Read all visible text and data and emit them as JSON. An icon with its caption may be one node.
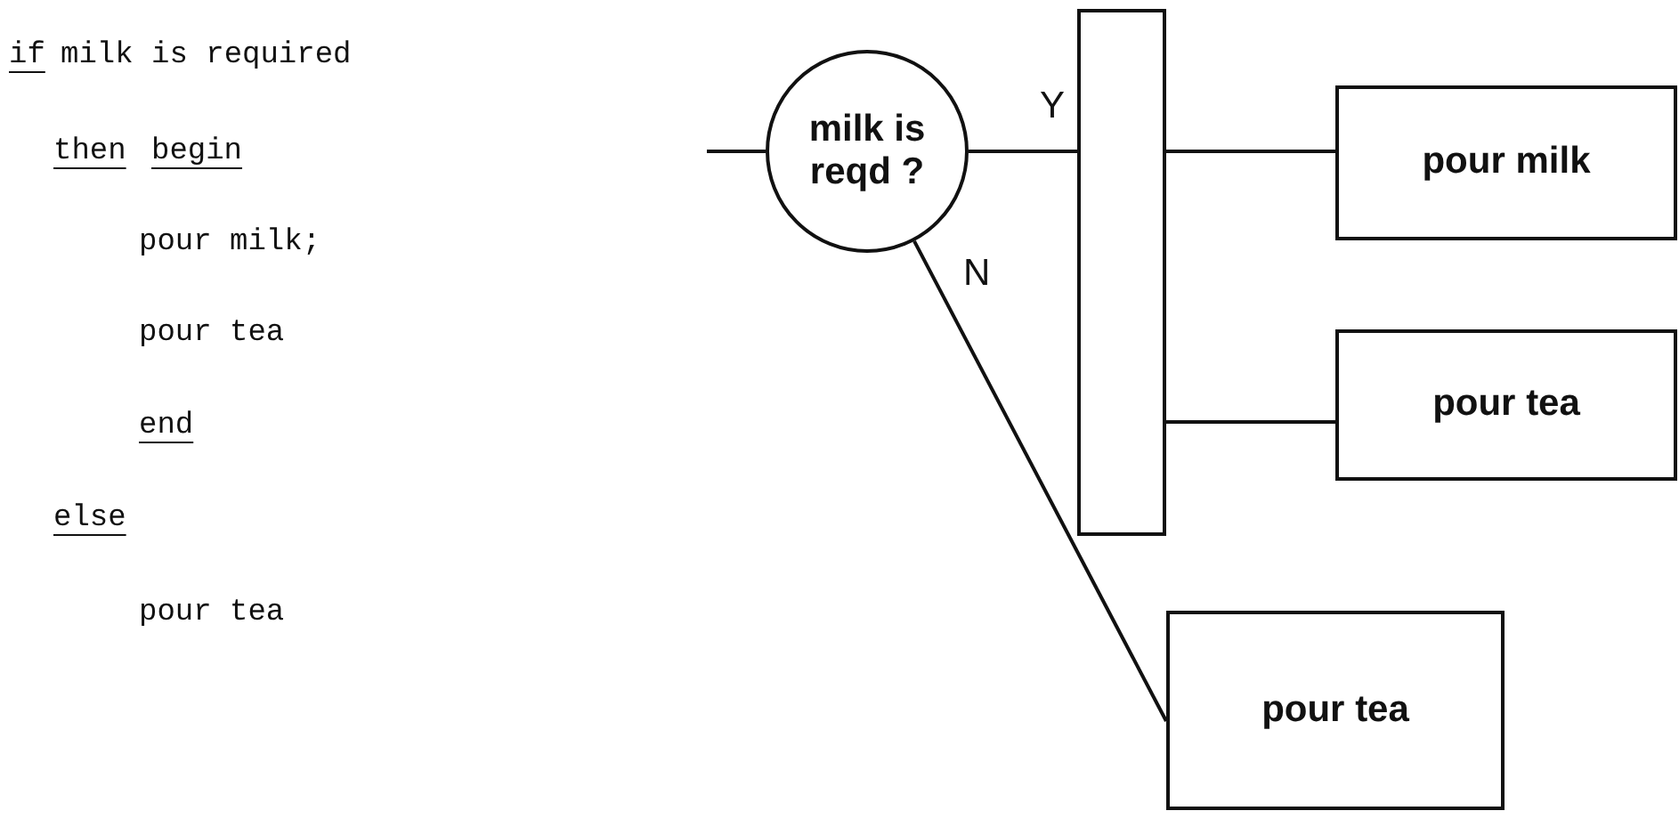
{
  "diagram": {
    "nodes": [
      {
        "text": [
          "milk is reqd ?"
        ]
      },
      {
        "text": [],
        "shape": "bar"
      },
      {
        "text": [
          "pour milk"
        ]
      },
      {
        "text": [
          "pour tea"
        ]
      },
      {
        "text": [
          "pour tea"
        ]
      }
    ],
    "edges": [
      {
        "from": null,
        "to": 0,
        "arrow": "none"
      },
      {
        "from": 0,
        "to": 1,
        "arrow": "none",
        "label": "Y"
      },
      {
        "from": 1,
        "to": 2,
        "arrow": "none"
      },
      {
        "from": 1,
        "to": 3,
        "arrow": "none"
      },
      {
        "from": 0,
        "to": 4,
        "arrow": "none",
        "label": "N"
      }
    ],
    "labels": [
      "if",
      "milk is required",
      "then",
      "begin",
      "pour milk;",
      "pour tea",
      "end",
      "else",
      "pour tea"
    ]
  }
}
